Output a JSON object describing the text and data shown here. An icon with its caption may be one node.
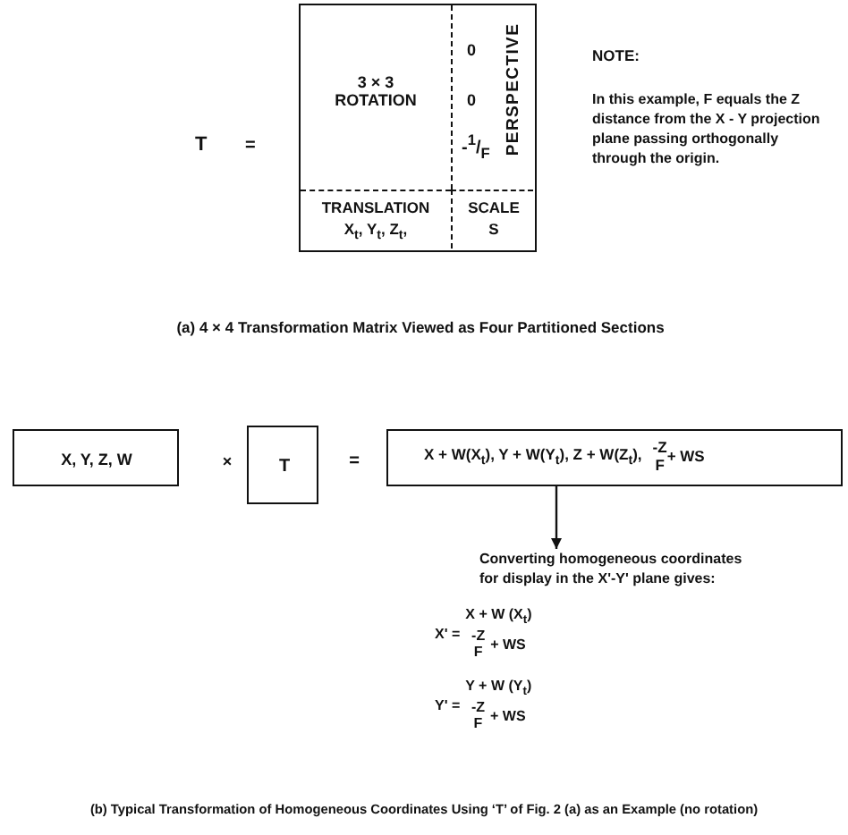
{
  "diagram": {
    "nodes": [
      {
        "text": [],
        "shape": "box"
      },
      {
        "text": [
          "3 × 3 ROTATION"
        ],
        "in": 0
      },
      {
        "text": [
          "0",
          "0",
          "-$^{1}$/$_{F}$",
          "PERSPECTIVE"
        ],
        "in": 0
      },
      {
        "text": [
          "TRANSLATION",
          "X$_{t}$,  Y$_{t}$,  Z$_{t}$,"
        ],
        "in": 0
      },
      {
        "text": [
          "SCALE",
          "S"
        ],
        "in": 0
      },
      {
        "text": [
          "X, Y, Z, W"
        ]
      },
      {
        "text": [
          "T"
        ]
      },
      {
        "text": [
          "X + W(X$_{t}$), Y + W(Y$_{t}$), Z + W(Z$_{t}$),",
          "-Z",
          "F",
          "+ WS"
        ]
      },
      {
        "text": [
          "Converting homogeneous coordinates for display in the X'-Y' plane gives:"
        ]
      }
    ],
    "edges": [
      {
        "from": 7,
        "to": 8,
        "arrow": "to"
      }
    ],
    "labels": [
      "T",
      "=",
      "NOTE:",
      "In this example, F equals the Z distance from the X - Y projection plane passing orthogonally through the origin.",
      "(a) 4 × 4 Transformation Matrix Viewed as Four Partitioned Sections",
      "×",
      "=",
      "X' =",
      "X + W (X$_{t}$)",
      "-Z",
      "F",
      "+ WS",
      "Y' =",
      "Y + W (Y$_{t}$)",
      "-Z",
      "F",
      "+ WS",
      "(b) Typical Transformation of Homogeneous Coordinates Using ‘T’ of Fig. 2 (a) as an Example (no rotation)"
    ]
  }
}
